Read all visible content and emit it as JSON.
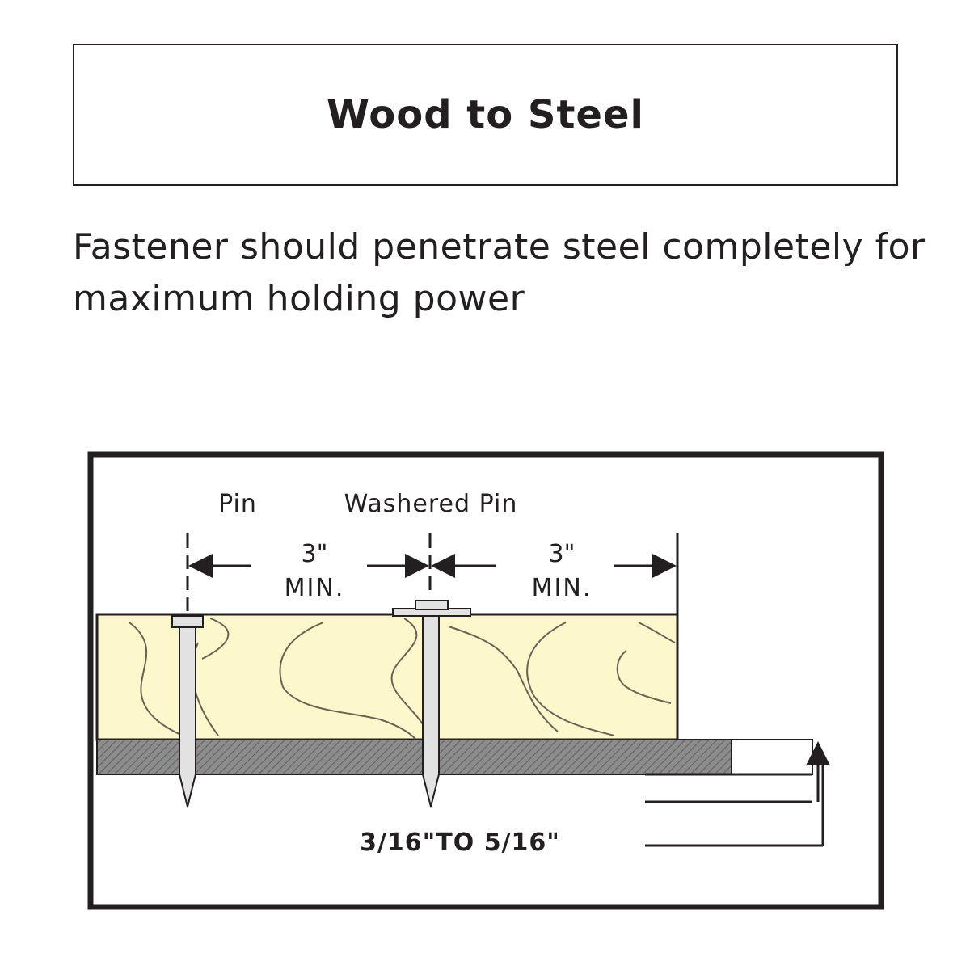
{
  "header": {
    "title": "Wood to Steel"
  },
  "note": {
    "text": "Fastener should penetrate steel completely for maximum holding power"
  },
  "diagram": {
    "pin_label": "Pin",
    "washered_pin_label": "Washered Pin",
    "spacing_left": {
      "value": "3\"",
      "suffix": "MIN."
    },
    "spacing_right": {
      "value": "3\"",
      "suffix": "MIN."
    },
    "steel_thickness_label": "3/16\"TO 5/16\"",
    "colors": {
      "wood_fill": "#fcf8cb",
      "wood_grain": "#6b6256",
      "steel_fill": "#8a8a8a",
      "pin_fill": "#e2e2e2",
      "outline": "#231f20"
    }
  }
}
